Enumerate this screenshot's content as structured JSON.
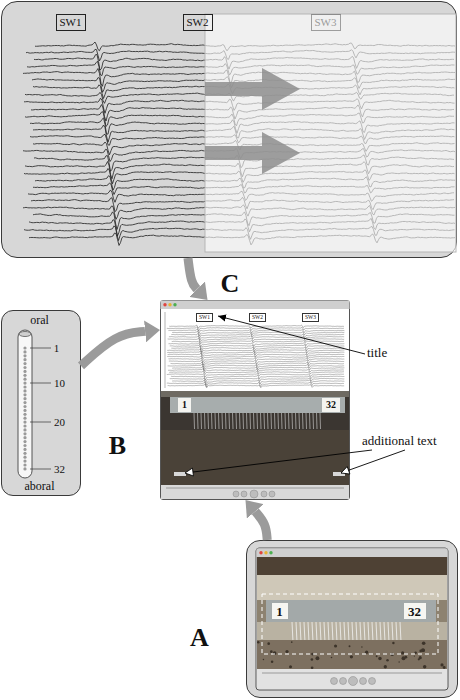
{
  "diagram": {
    "nodes": [
      {
        "text": []
      },
      {
        "text": [
          "SW1"
        ],
        "in": 0
      },
      {
        "text": [
          "SW2"
        ],
        "in": 0
      },
      {
        "text": [
          "SW3"
        ],
        "in": 0
      },
      {
        "text": [
          "C",
          "1",
          "32"
        ]
      },
      {
        "text": [
          "SW1"
        ],
        "in": 4
      },
      {
        "text": [
          "SW2"
        ],
        "in": 4
      },
      {
        "text": [
          "SW3"
        ],
        "in": 4
      },
      {
        "text": [
          "B",
          "oral",
          "1",
          "10",
          "20",
          "32",
          "aboral"
        ]
      },
      {
        "text": [
          "A",
          "1",
          "32"
        ]
      }
    ],
    "edges": [
      {
        "from": 0,
        "to": 4,
        "arrow": "to"
      },
      {
        "from": 8,
        "to": 4,
        "arrow": "to"
      },
      {
        "from": 9,
        "to": 4,
        "arrow": "to"
      }
    ],
    "labels": [
      "title",
      "additional text"
    ]
  }
}
